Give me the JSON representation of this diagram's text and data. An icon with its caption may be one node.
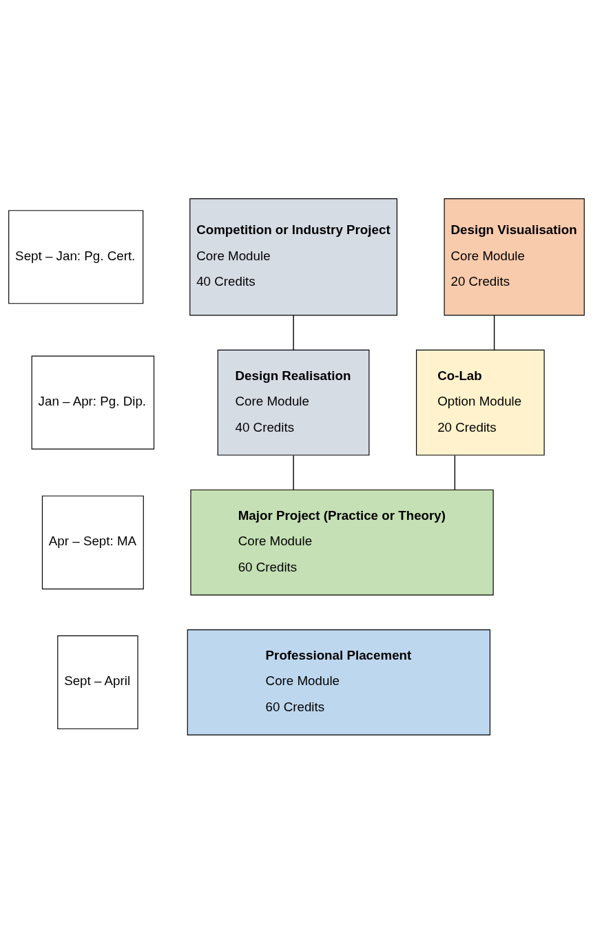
{
  "diagram": {
    "nodes": [
      {
        "text": [
          "Sept – Jan: Pg. Cert."
        ]
      },
      {
        "text": [
          "Competition or Industry Project",
          "Core Module",
          "40 Credits"
        ]
      },
      {
        "text": [
          "Design Visualisation",
          "Core Module",
          "20 Credits"
        ]
      },
      {
        "text": [
          "Jan – Apr: Pg. Dip."
        ]
      },
      {
        "text": [
          "Design Realisation",
          "Core Module",
          "40 Credits"
        ]
      },
      {
        "text": [
          "Co-Lab",
          "Option Module",
          "20 Credits"
        ]
      },
      {
        "text": [
          "Apr – Sept: MA"
        ]
      },
      {
        "text": [
          "Major Project (Practice or Theory)",
          "Core Module",
          "60 Credits"
        ]
      },
      {
        "text": [
          "Sept – April"
        ]
      },
      {
        "text": [
          "Professional Placement",
          "Core Module",
          "60 Credits"
        ]
      }
    ],
    "edges": [
      {
        "from": 1,
        "to": 4,
        "arrow": "none"
      },
      {
        "from": 2,
        "to": 5,
        "arrow": "none"
      },
      {
        "from": 4,
        "to": 7,
        "arrow": "none"
      },
      {
        "from": 5,
        "to": 7,
        "arrow": "none"
      }
    ]
  }
}
